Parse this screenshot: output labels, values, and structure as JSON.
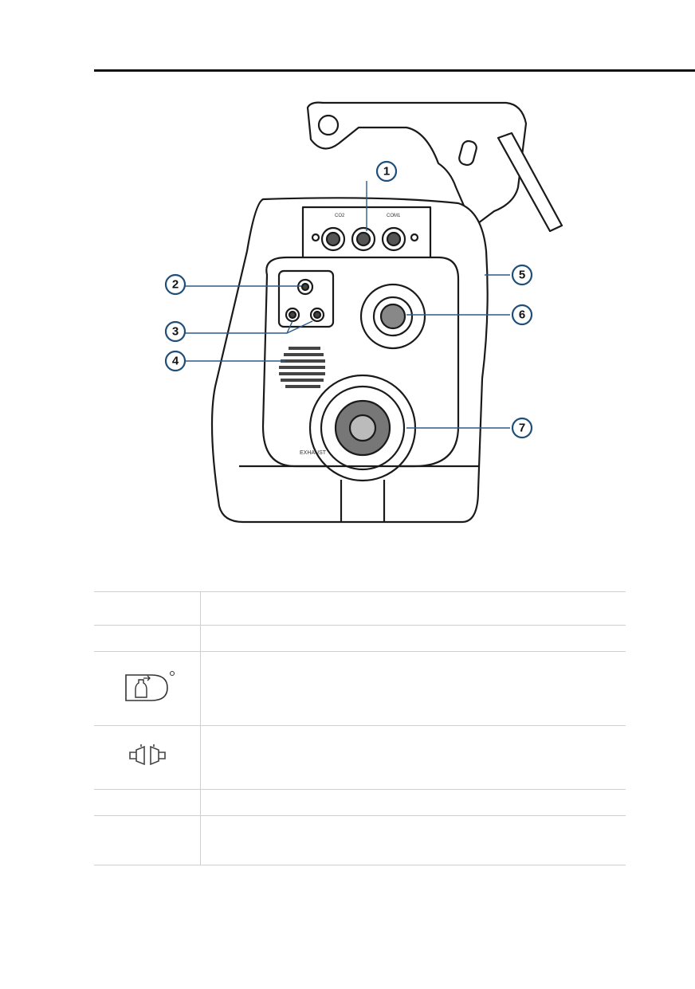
{
  "figure": {
    "callouts": [
      "1",
      "2",
      "3",
      "4",
      "5",
      "6",
      "7"
    ],
    "panel_labels": {
      "connector_strip": "CO2",
      "com_port": "COM1",
      "exhaust": "EXHAUST"
    }
  },
  "legend": {
    "rows": [
      {
        "icon": "",
        "text": ""
      },
      {
        "icon": "",
        "text": ""
      },
      {
        "icon": "oxygen-bottle-inlet-icon",
        "text": ""
      },
      {
        "icon": "nebulizer-connector-icon",
        "text": ""
      },
      {
        "icon": "",
        "text": ""
      },
      {
        "icon": "",
        "text": ""
      }
    ]
  }
}
